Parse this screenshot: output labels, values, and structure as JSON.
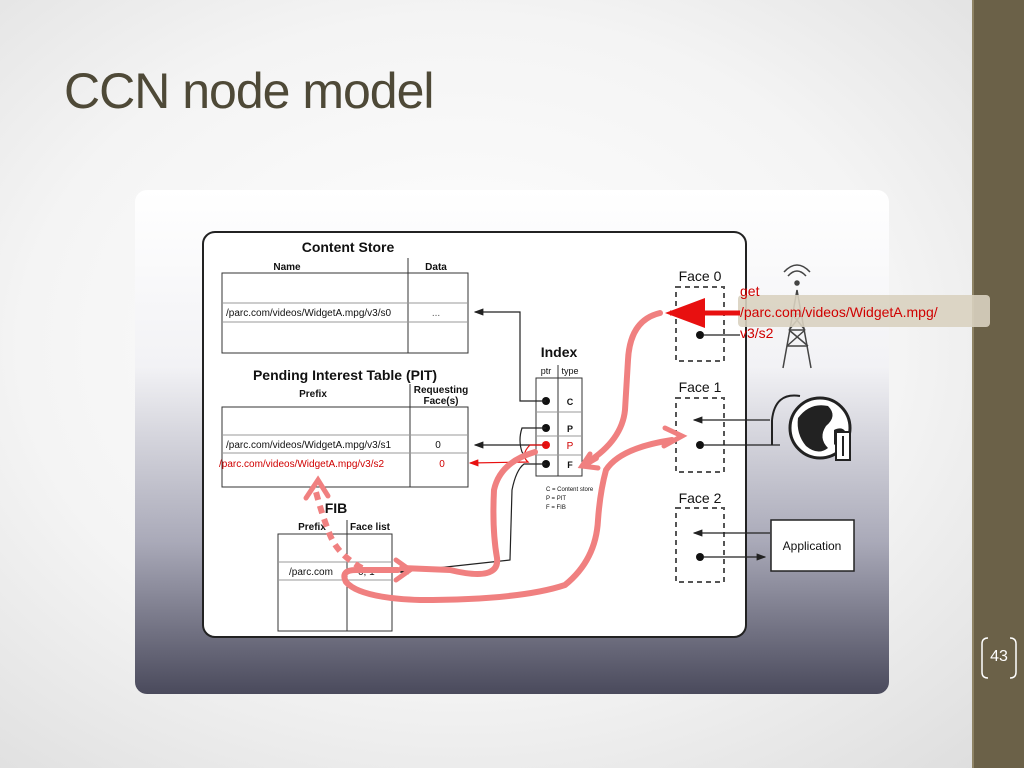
{
  "slide": {
    "title": "CCN node model",
    "page_number": "43"
  },
  "content_store": {
    "title": "Content Store",
    "col_name": "Name",
    "col_data": "Data",
    "row_name": "/parc.com/videos/WidgetA.mpg/v3/s0",
    "row_data": "..."
  },
  "pit": {
    "title": "Pending Interest Table (PIT)",
    "col_prefix": "Prefix",
    "col_faces_line1": "Requesting",
    "col_faces_line2": "Face(s)",
    "row1_prefix": "/parc.com/videos/WidgetA.mpg/v3/s1",
    "row1_face": "0",
    "row2_prefix": "/parc.com/videos/WidgetA.mpg/v3/s2",
    "row2_face": "0"
  },
  "index": {
    "title": "Index",
    "col_ptr": "ptr",
    "col_type": "type",
    "types": [
      "C",
      "P",
      "P",
      "F"
    ],
    "legend": [
      "C = Content store",
      "P = PIT",
      "F = FIB"
    ]
  },
  "fib": {
    "title": "FIB",
    "col_prefix": "Prefix",
    "col_faces": "Face list",
    "row_prefix": "/parc.com",
    "row_faces": "0, 1"
  },
  "faces": [
    {
      "label": "Face 0"
    },
    {
      "label": "Face 1"
    },
    {
      "label": "Face 2"
    }
  ],
  "application": {
    "label": "Application"
  },
  "request": {
    "line1": "get",
    "line2": "/parc.com/videos/WidgetA.mpg/",
    "line3": "v3/s2"
  },
  "colors": {
    "title": "#4e4937",
    "sidebar": "#6b6148",
    "highlight_path": "#f08080",
    "request_arrow": "#e81010",
    "annotation_text": "#d00000"
  }
}
